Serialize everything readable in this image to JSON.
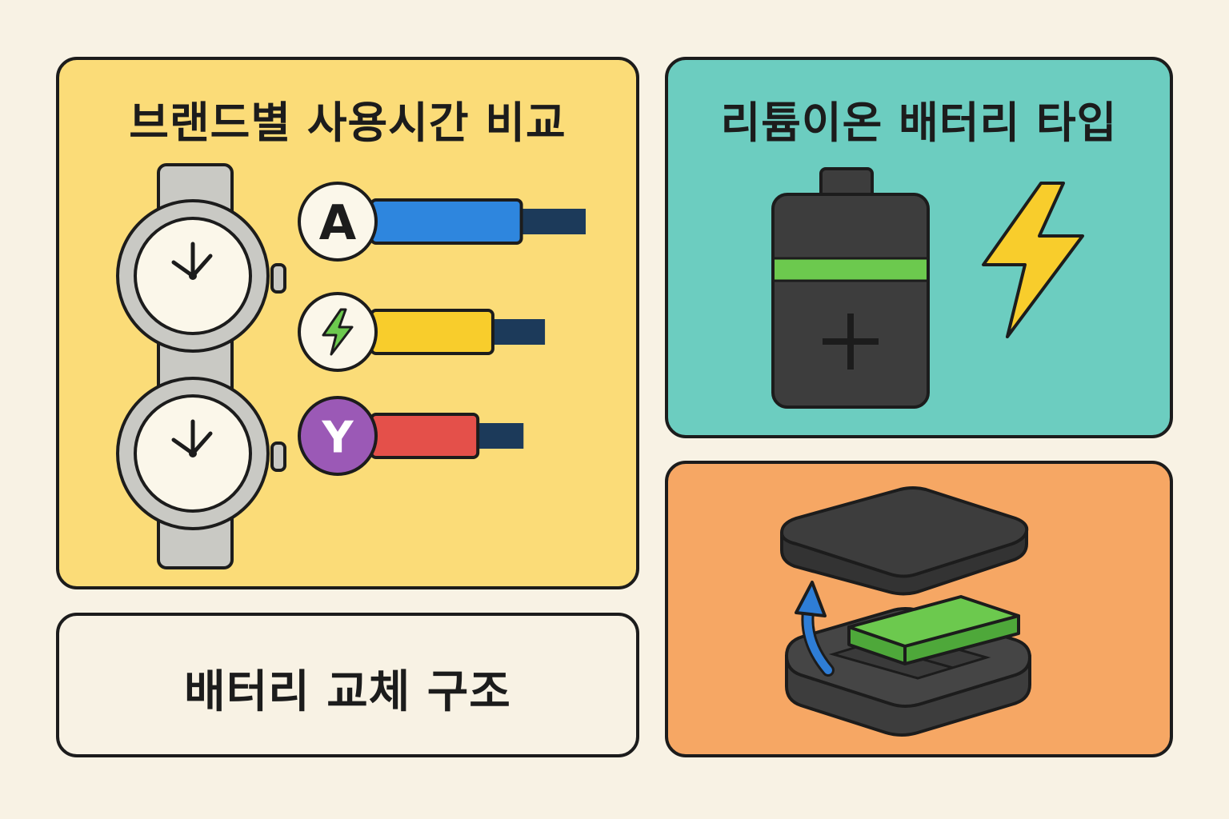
{
  "panels": {
    "brand_comparison": {
      "title": "브랜드별 사용시간 비교",
      "brands": [
        {
          "badge": "A",
          "badge_icon": "letter",
          "bar_color": "#2e86de",
          "relative_usage": 1.0
        },
        {
          "badge": "",
          "badge_icon": "lightning-bolt-icon",
          "bar_color": "#f8cd2c",
          "relative_usage": 0.81
        },
        {
          "badge": "Y",
          "badge_icon": "letter",
          "bar_color": "#e4504a",
          "relative_usage": 0.71
        }
      ],
      "illustration": "two-wristwatches-icon"
    },
    "battery_type": {
      "title": "리튬이온 배터리 타입",
      "illustration": [
        "battery-icon",
        "lightning-bolt-icon"
      ]
    },
    "battery_replacement": {
      "title": "배터리 교체 구조",
      "illustration": "battery-compartment-icon"
    }
  },
  "colors": {
    "background": "#f8f2e4",
    "yellow_panel": "#fbdc78",
    "teal_panel": "#6ccdc0",
    "orange_panel": "#f6a764",
    "outline": "#1c1c1c",
    "bar_tail": "#1c3a5a",
    "battery_body": "#3d3d3d",
    "battery_band": "#6cc94e",
    "badge_y_fill": "#9b59b6"
  }
}
